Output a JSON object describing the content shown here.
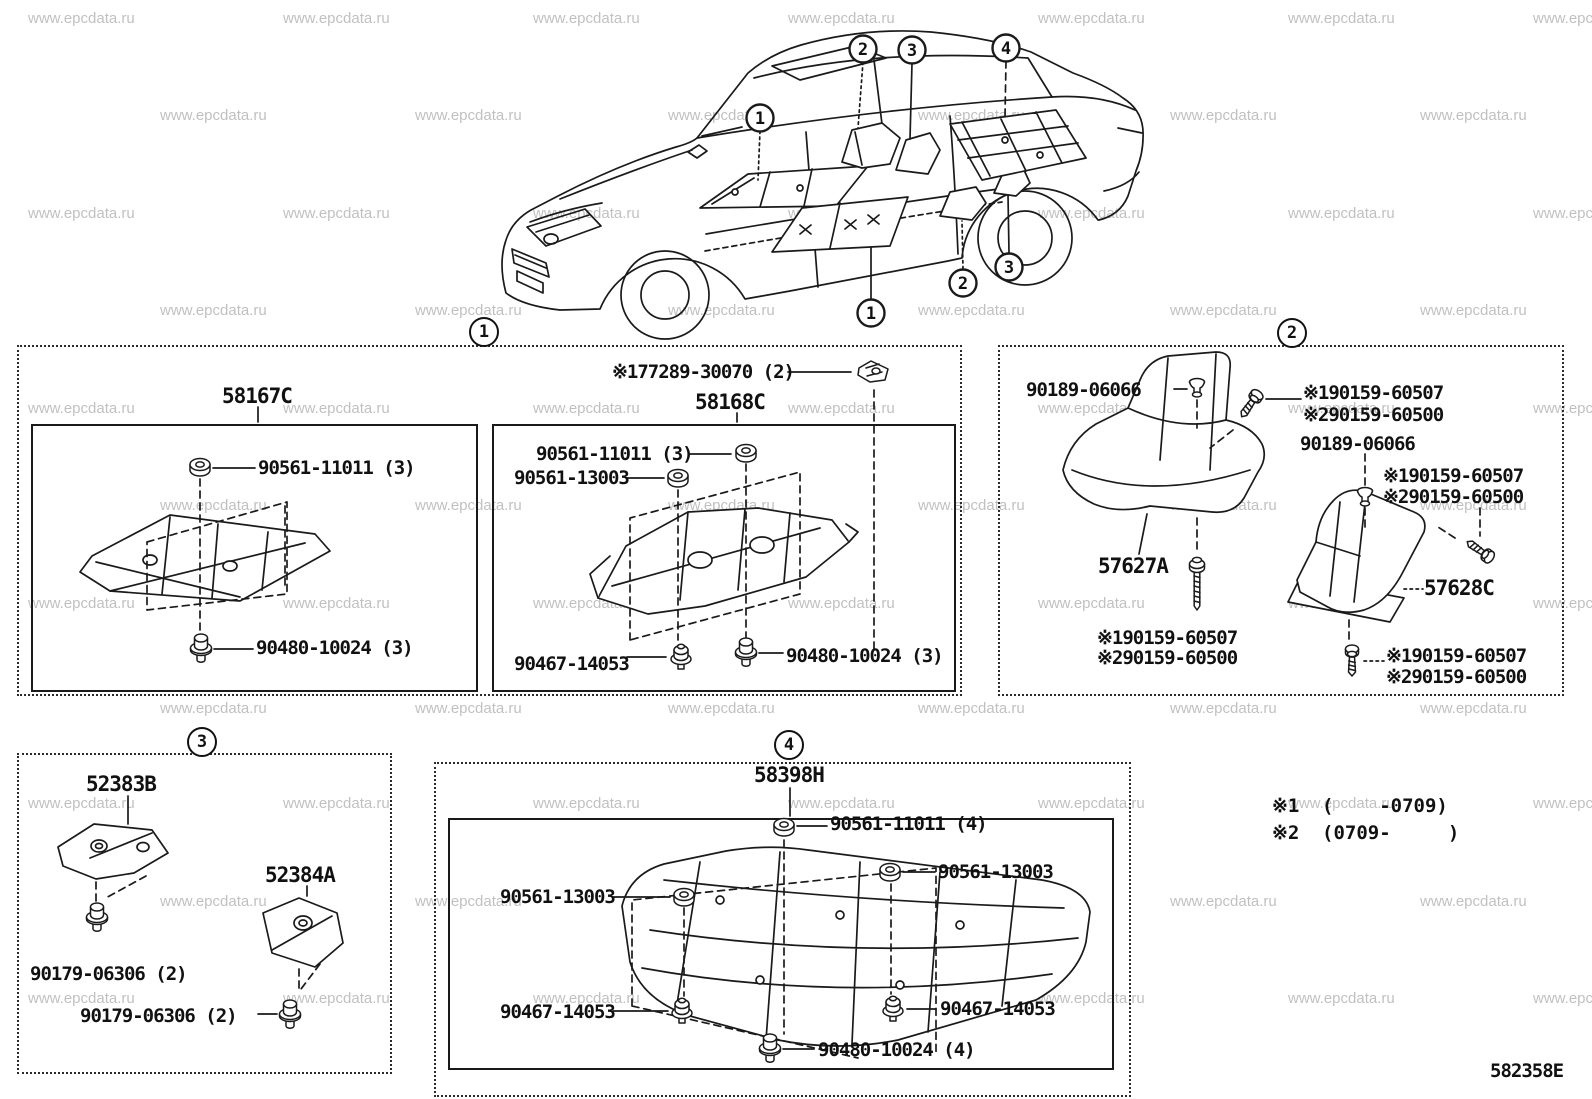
{
  "watermark": "www.epcdata.ru",
  "doc_number": "582358E",
  "callouts": {
    "one": "1",
    "two": "2",
    "three": "3",
    "four": "4"
  },
  "legend": {
    "r1_sym": "※1",
    "r1_val": "(    -0709)",
    "r2_sym": "※2",
    "r2_val": "(0709-     )"
  },
  "s1": {
    "panel_left_code": "58167C",
    "panel_right_code": "58168C",
    "clip_code": "※177289-30070 (2)",
    "nut_left": "90561-11011 (3)",
    "bolt_left": "90480-10024 (3)",
    "nut_right_1": "90561-11011 (3)",
    "nut_right_2": "90561-13003",
    "nut_right_3": "90467-14053",
    "bolt_right": "90480-10024 (3)"
  },
  "s2": {
    "part_left_code": "57627A",
    "part_right_code": "57628C",
    "pin_1": "90189-06066",
    "pin_2": "90189-06066",
    "screw_1a": "※190159-60507",
    "screw_1b": "※290159-60500",
    "screw_2a": "※190159-60507",
    "screw_2b": "※290159-60500",
    "screw_3a": "※190159-60507",
    "screw_3b": "※290159-60500",
    "screw_4a": "※190159-60507",
    "screw_4b": "※290159-60500"
  },
  "s3": {
    "part_a_code": "52383B",
    "part_b_code": "52384A",
    "bolt_a": "90179-06306 (2)",
    "bolt_b": "90179-06306 (2)"
  },
  "s4": {
    "panel_code": "58398H",
    "nut_1": "90561-11011 (4)",
    "nut_2": "90561-13003",
    "nut_3": "90561-13003",
    "wnut_1": "90467-14053",
    "wnut_2": "90467-14053",
    "bolt_1": "90480-10024 (4)"
  }
}
